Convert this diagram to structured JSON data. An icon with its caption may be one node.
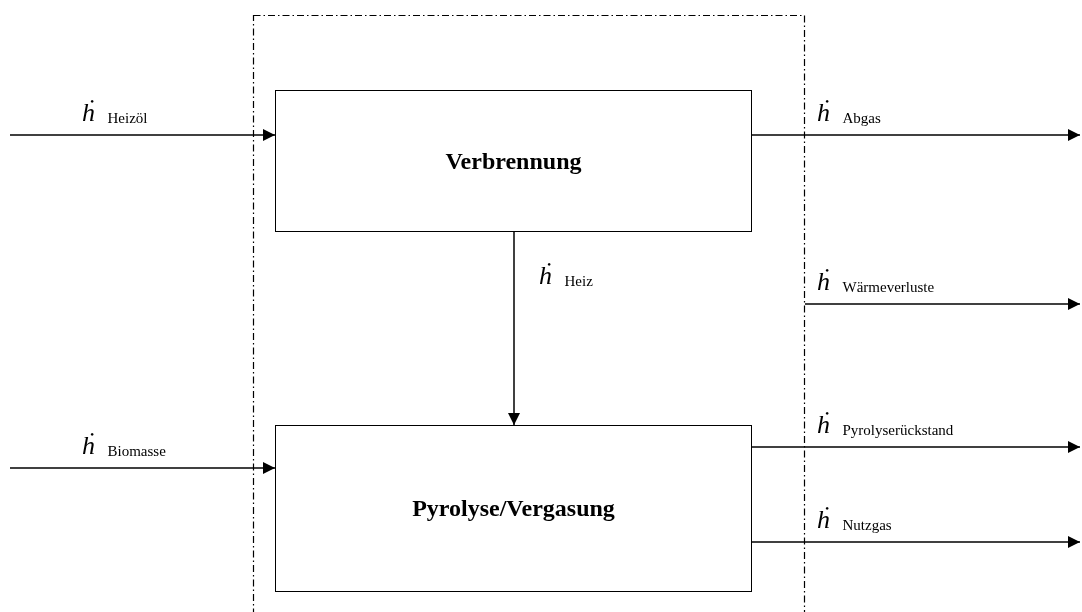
{
  "diagram": {
    "nodes": [
      {
        "text": [],
        "shape": "box"
      },
      {
        "text": [
          "Verbrennung"
        ],
        "in": 0
      },
      {
        "text": [
          "Pyrolyse/Vergasung"
        ],
        "in": 0
      }
    ],
    "edges": [
      {
        "from": null,
        "to": 1,
        "arrow": "to",
        "label": "*ḣ* $_{Heizöl}$"
      },
      {
        "from": null,
        "to": 2,
        "arrow": "to",
        "label": "*ḣ* $_{Biomasse}$"
      },
      {
        "from": 1,
        "to": 2,
        "arrow": "to",
        "label": "*ḣ* $_{Heiz}$"
      },
      {
        "from": 1,
        "to": null,
        "arrow": "to",
        "label": "*ḣ* $_{Abgas}$"
      },
      {
        "from": 0,
        "to": null,
        "arrow": "to",
        "label": "*ḣ* $_{Wärmeverluste}$"
      },
      {
        "from": 2,
        "to": null,
        "arrow": "to",
        "label": "*ḣ* $_{Pyrolyserückstand}$"
      },
      {
        "from": 2,
        "to": null,
        "arrow": "to",
        "label": "*ḣ* $_{Nutzgas}$"
      }
    ]
  }
}
